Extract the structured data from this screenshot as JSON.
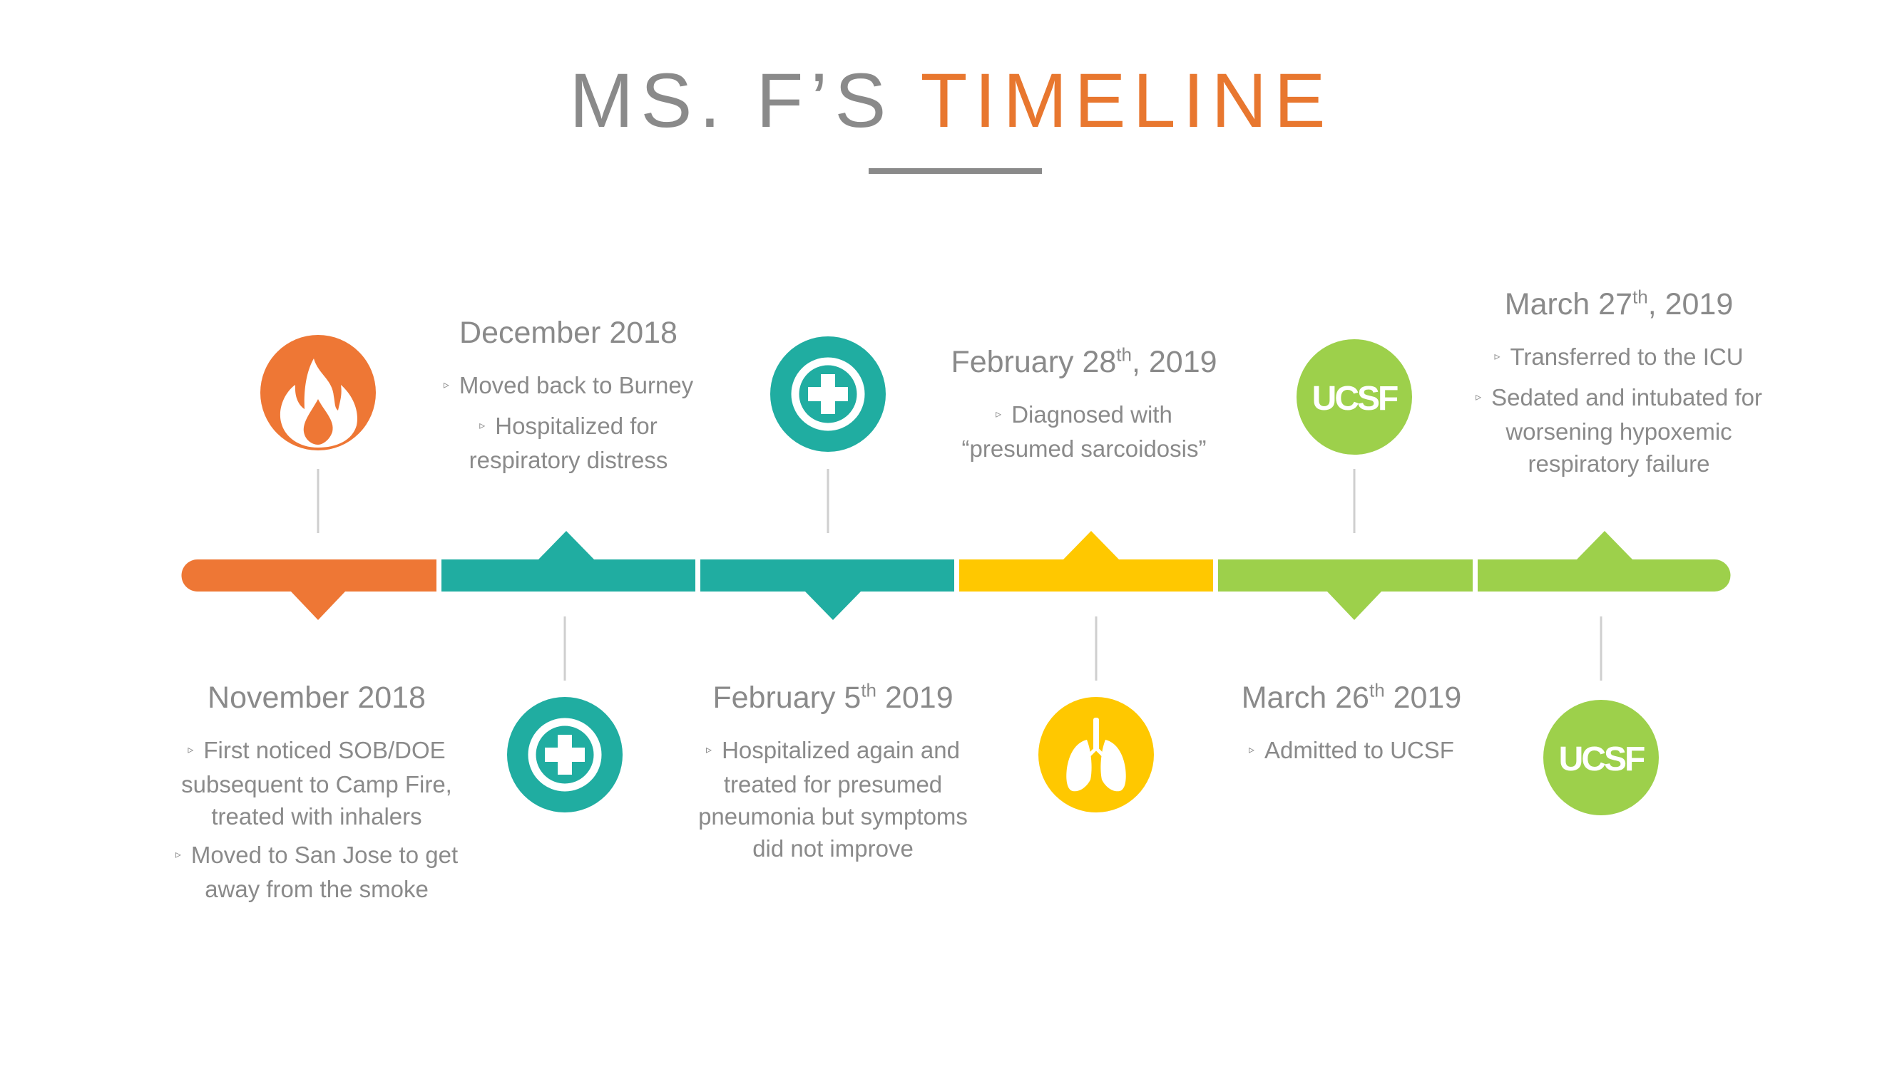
{
  "title": {
    "part1": "MS. F’S",
    "part2": "TIMELINE"
  },
  "colors": {
    "orange": "#ee7735",
    "teal": "#20ada1",
    "yellow": "#ffc800",
    "green": "#9dd04b",
    "gray": "#8a8a8a"
  },
  "icons": [
    "flame-icon",
    "medical-cross-icon",
    "medical-cross-icon",
    "lungs-icon",
    "ucsf-logo",
    "ucsf-logo"
  ],
  "logo_text": "UCSF",
  "events": [
    {
      "date": "November 2018",
      "date_sup": "",
      "date_suffix": "",
      "bullets": [
        "First noticed SOB/DOE subsequent to Camp Fire, treated with inhalers",
        "Moved to San Jose to get away from the smoke"
      ]
    },
    {
      "date": "December 2018",
      "date_sup": "",
      "date_suffix": "",
      "bullets": [
        "Moved back to Burney",
        "Hospitalized for respiratory distress"
      ]
    },
    {
      "date": "February 5",
      "date_sup": "th",
      "date_suffix": " 2019",
      "bullets": [
        "Hospitalized again and treated for presumed pneumonia but symptoms did not improve"
      ]
    },
    {
      "date": "February 28",
      "date_sup": "th",
      "date_suffix": ", 2019",
      "bullets": [
        "Diagnosed with “presumed sarcoidosis”"
      ]
    },
    {
      "date": "March 26",
      "date_sup": "th",
      "date_suffix": " 2019",
      "bullets": [
        "Admitted to UCSF"
      ]
    },
    {
      "date": "March 27",
      "date_sup": "th",
      "date_suffix": ", 2019",
      "bullets": [
        "Transferred to the ICU",
        "Sedated and intubated for worsening hypoxemic respiratory failure"
      ]
    }
  ]
}
